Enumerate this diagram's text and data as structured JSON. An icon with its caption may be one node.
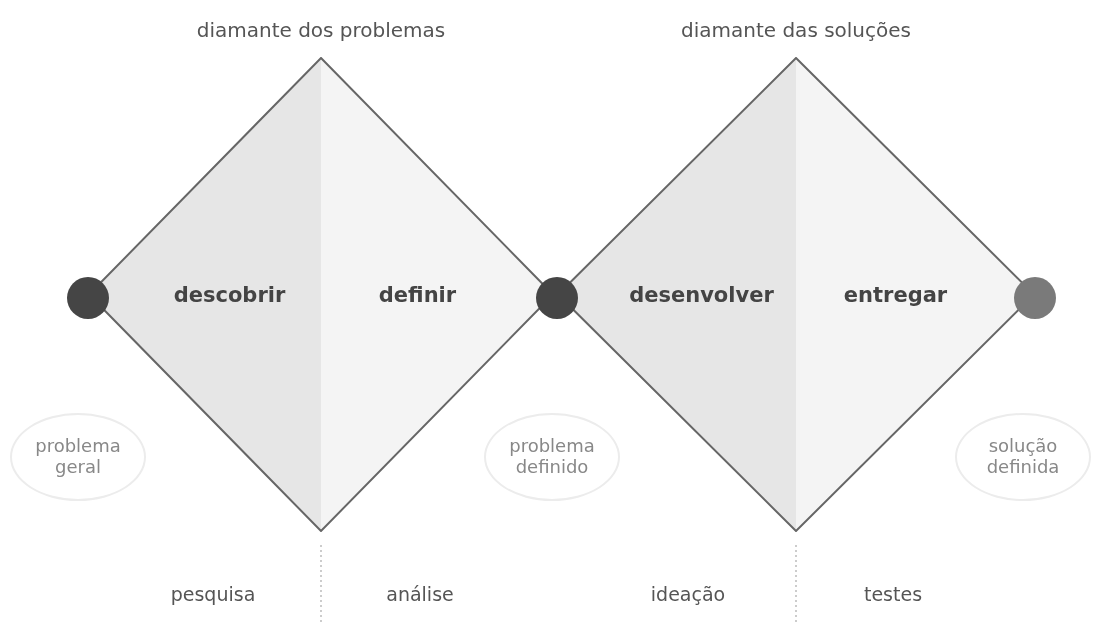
{
  "diagram": {
    "nodes": [
      {
        "text": [
          "diamante dos problemas"
        ]
      },
      {
        "text": [
          "descobrir"
        ],
        "in": 0
      },
      {
        "text": [
          "definir"
        ],
        "in": 0
      },
      {
        "text": [
          "diamante das soluções"
        ]
      },
      {
        "text": [
          "desenvolver"
        ],
        "in": 3
      },
      {
        "text": [
          "entregar"
        ],
        "in": 3
      },
      {
        "text": [],
        "shape": "circle"
      },
      {
        "text": [],
        "shape": "circle"
      },
      {
        "text": [],
        "shape": "circle"
      },
      {
        "text": [
          "problema geral"
        ]
      },
      {
        "text": [
          "problema definido"
        ]
      },
      {
        "text": [
          "solução definida"
        ]
      }
    ],
    "edges": [],
    "labels": [
      "pesquisa",
      "análise",
      "ideação",
      "testes"
    ]
  }
}
